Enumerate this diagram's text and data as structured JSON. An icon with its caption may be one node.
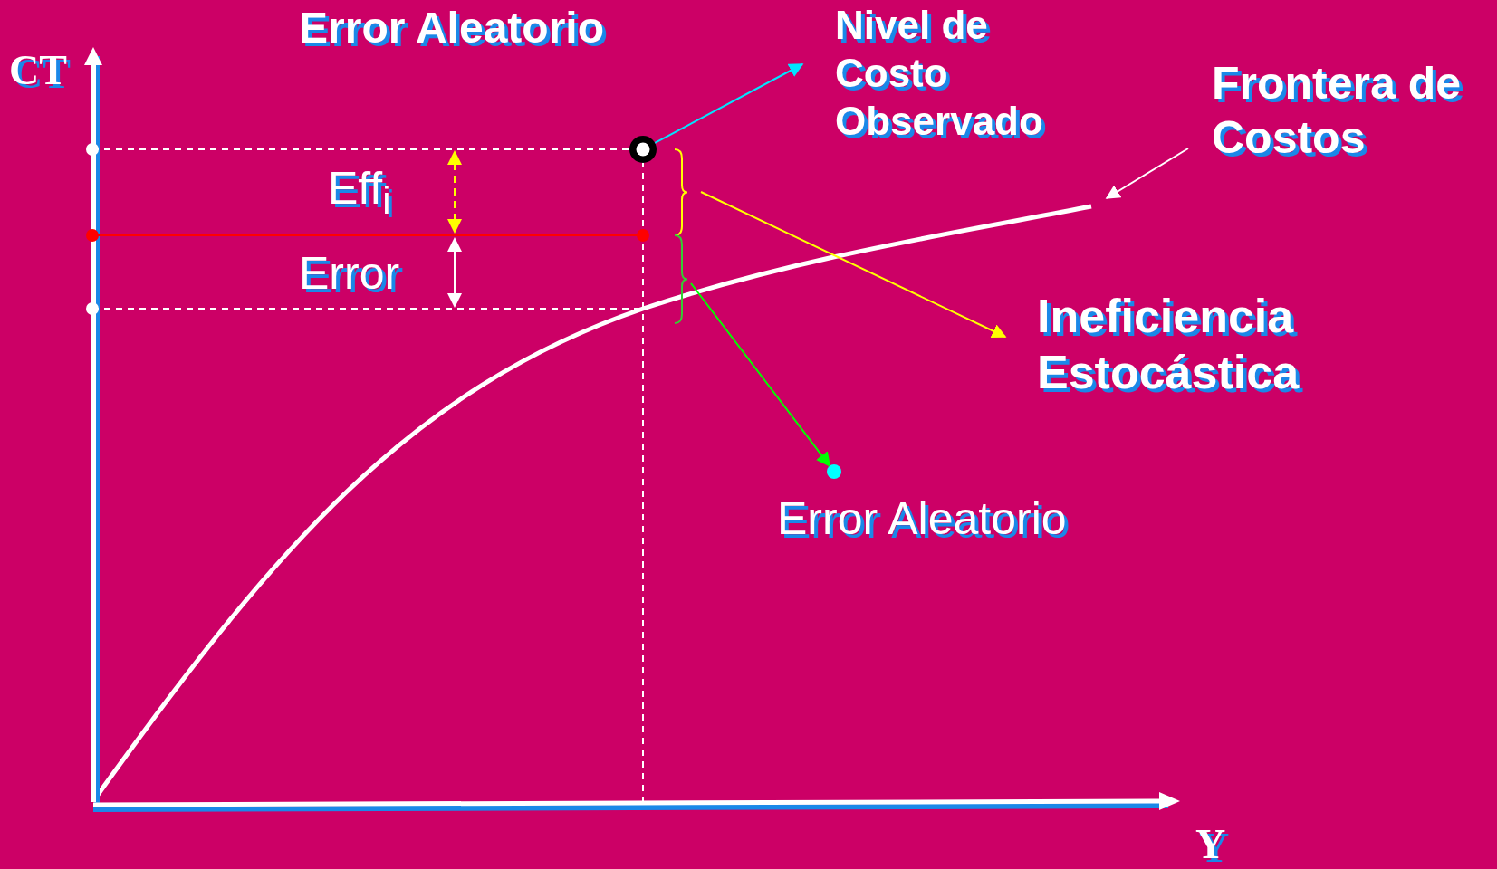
{
  "diagram": {
    "title": "Error Aleatorio",
    "nodes": [
      {
        "text": [
          "Nivel de Costo Observado"
        ]
      },
      {
        "text": [],
        "shape": "circle"
      },
      {
        "text": [
          "Frontera de Costos"
        ]
      },
      {
        "text": [],
        "shape": "brace"
      },
      {
        "text": [
          "Ineficiencia Estocástica"
        ]
      },
      {
        "text": [],
        "shape": "brace"
      },
      {
        "text": [],
        "shape": "circle",
        "beside": [
          "Error Aleatorio"
        ]
      }
    ],
    "edges": [
      {
        "from": 1,
        "to": 0,
        "arrow": "to",
        "color": "#00e5ff"
      },
      {
        "from": 2,
        "to": null,
        "arrow": "to",
        "color": "#ffffff"
      },
      {
        "from": 3,
        "to": 4,
        "arrow": "to",
        "color": "#ffff00"
      },
      {
        "from": 5,
        "to": 6,
        "arrow": "to",
        "color": "#00ff00"
      }
    ],
    "labels": [
      "CT",
      "Eff$_{i}$",
      "Error",
      "Y"
    ]
  }
}
